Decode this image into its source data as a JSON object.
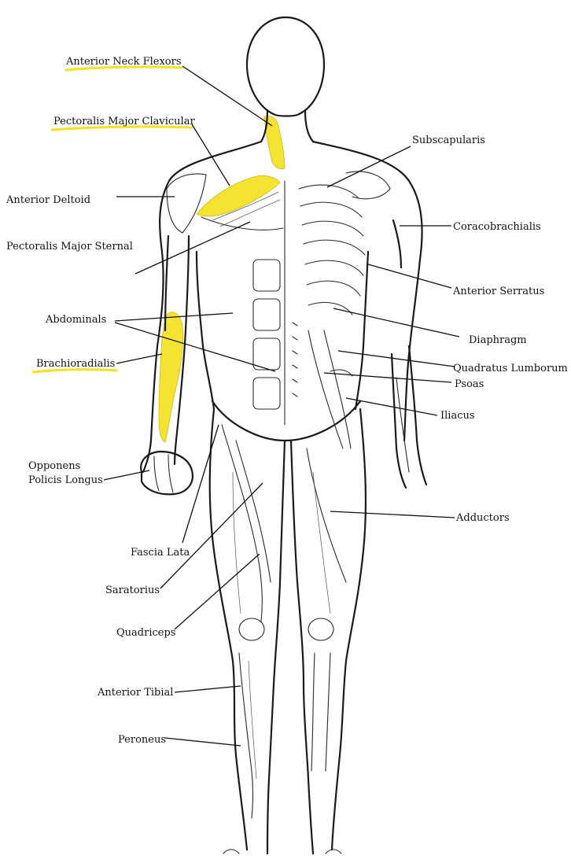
{
  "diagram": {
    "highlight_color": "#f5e11e",
    "labels": {
      "anterior_neck_flexors": "Anterior Neck Flexors",
      "pectoralis_major_clavicular": "Pectoralis Major Clavicular",
      "anterior_deltoid": "Anterior Deltoid",
      "pectoralis_major_sternal": "Pectoralis Major Sternal",
      "abdominals": "Abdominals",
      "brachioradialis": "Brachioradialis",
      "opponens_line1": "Opponens",
      "opponens_line2": "Policis Longus",
      "fascia_lata": "Fascia Lata",
      "saratorius": "Saratorius",
      "quadriceps": "Quadriceps",
      "anterior_tibial": "Anterior Tibial",
      "peroneus": "Peroneus",
      "subscapularis": "Subscapularis",
      "coracobrachialis": "Coracobrachialis",
      "anterior_serratus": "Anterior Serratus",
      "diaphragm": "Diaphragm",
      "quadratus_lumborum": "Quadratus Lumborum",
      "psoas": "Psoas",
      "iliacus": "Iliacus",
      "adductors": "Adductors"
    },
    "highlighted": [
      "Anterior Neck Flexors",
      "Pectoralis Major Clavicular",
      "Brachioradialis"
    ]
  }
}
